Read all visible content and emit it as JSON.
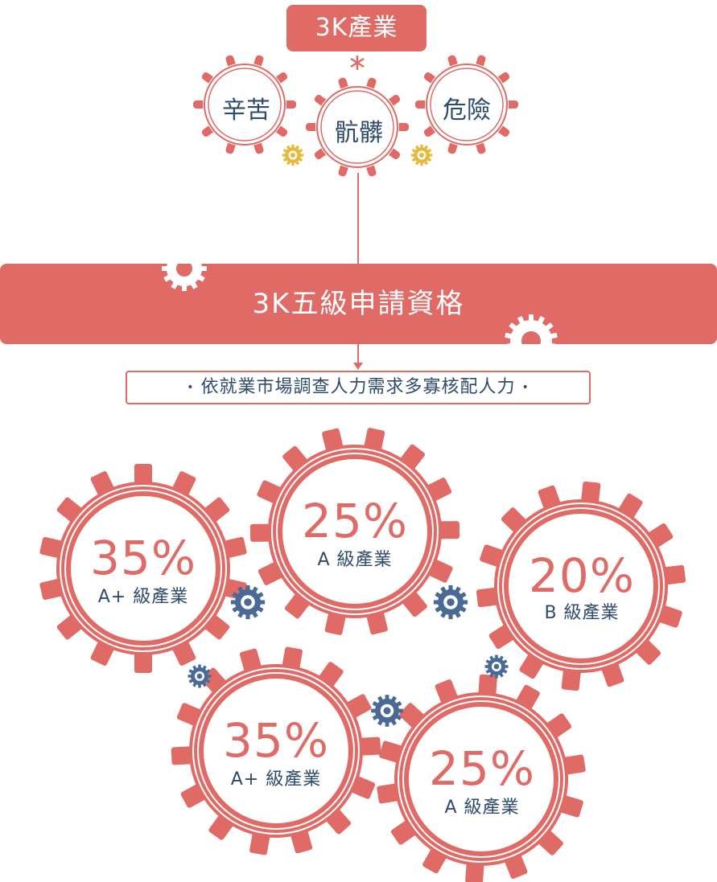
{
  "top_title": "3K產業",
  "k_words": [
    "辛苦",
    "骯髒",
    "危險"
  ],
  "banner_title": "3K五級申請資格",
  "note": "依就業市場調查人力需求多寡核配人力",
  "tiers": [
    {
      "percent": "35%",
      "label": "A+ 級產業"
    },
    {
      "percent": "25%",
      "label": "A 級產業"
    },
    {
      "percent": "20%",
      "label": "B 級產業"
    },
    {
      "percent": "35%",
      "label": "A+ 級產業"
    },
    {
      "percent": "25%",
      "label": "A 級產業"
    }
  ],
  "colors": {
    "primary": "#e06b66",
    "text_dark": "#2f4b6b",
    "cog_yellow": "#e8b83b",
    "cog_blue": "#4a6a96",
    "white": "#ffffff"
  }
}
